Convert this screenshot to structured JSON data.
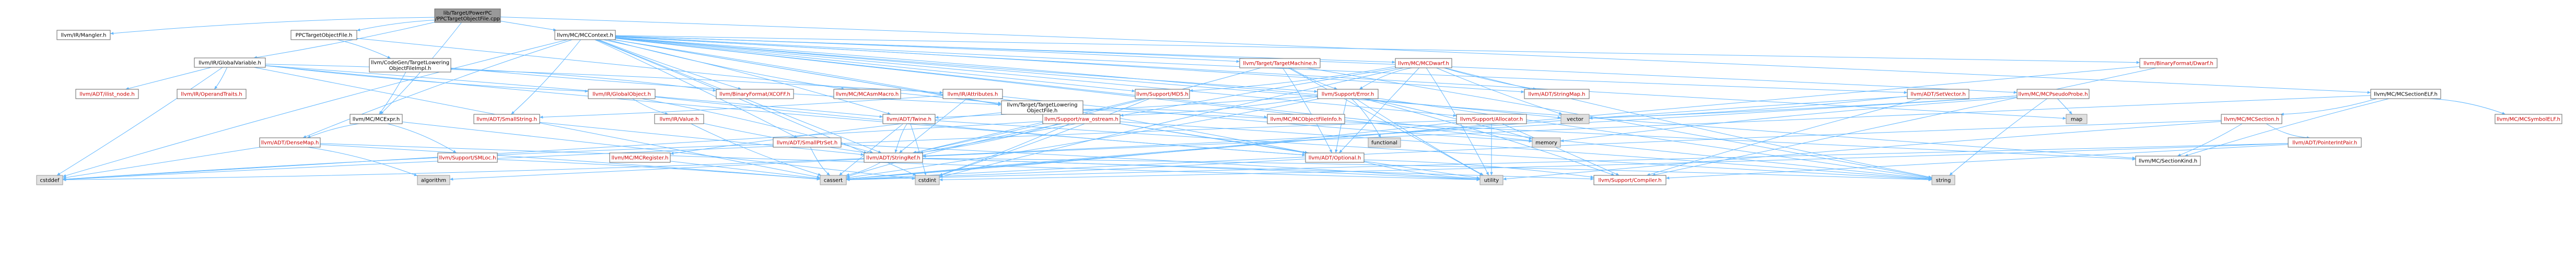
{
  "colors": {
    "edge": "#63b8ff",
    "focus_fill": "#999999",
    "focus_border": "#666666",
    "normal_border": "#666666",
    "red_text": "#cc0000",
    "normal_text": "#000000",
    "fill": "#ffffff",
    "arrowhead": "#63b8ff"
  },
  "diagram": {
    "nodes": [
      {
        "id": "root",
        "label": [
          "lib/Target/PowerPC",
          "/PPCTargetObjectFile.cpp"
        ],
        "style": "focus"
      },
      {
        "id": "irmangler",
        "label": [
          "llvm/IR/Mangler.h"
        ],
        "style": "normal"
      },
      {
        "id": "ppctof",
        "label": [
          "PPCTargetObjectFile.h"
        ],
        "style": "normal"
      },
      {
        "id": "mccontext",
        "label": [
          "llvm/MC/MCContext.h"
        ],
        "style": "normal"
      },
      {
        "id": "globalvar",
        "label": [
          "llvm/IR/GlobalVariable.h"
        ],
        "style": "normal"
      },
      {
        "id": "mcexpr",
        "label": [
          "llvm/MC/MCExpr.h"
        ],
        "style": "normal"
      },
      {
        "id": "cgtlof",
        "label": [
          "llvm/CodeGen/TargetLowering",
          "ObjectFileImpl.h"
        ],
        "style": "normal"
      },
      {
        "id": "targetmachine",
        "label": [
          "llvm/Target/TargetMachine.h"
        ],
        "style": "red"
      },
      {
        "id": "mcdwarf",
        "label": [
          "llvm/MC/MCDwarf.h"
        ],
        "style": "red"
      },
      {
        "id": "binfmtdwarf",
        "label": [
          "llvm/BinaryFormat/Dwarf.h"
        ],
        "style": "red"
      },
      {
        "id": "mcsectionelf",
        "label": [
          "llvm/MC/MCSectionELF.h"
        ],
        "style": "normal"
      },
      {
        "id": "ilistnode",
        "label": [
          "llvm/ADT/ilist_node.h"
        ],
        "style": "red"
      },
      {
        "id": "operandtraits",
        "label": [
          "llvm/IR/OperandTraits.h"
        ],
        "style": "red"
      },
      {
        "id": "globalobject",
        "label": [
          "llvm/IR/GlobalObject.h"
        ],
        "style": "red"
      },
      {
        "id": "xcoff",
        "label": [
          "llvm/BinaryFormat/XCOFF.h"
        ],
        "style": "red"
      },
      {
        "id": "mcasmmacro",
        "label": [
          "llvm/MC/MCAsmMacro.h"
        ],
        "style": "red"
      },
      {
        "id": "irattributes",
        "label": [
          "llvm/IR/Attributes.h"
        ],
        "style": "red"
      },
      {
        "id": "ttlof",
        "label": [
          "llvm/Target/TargetLowering",
          "ObjectFile.h"
        ],
        "style": "normal"
      },
      {
        "id": "md5",
        "label": [
          "llvm/Support/MD5.h"
        ],
        "style": "red"
      },
      {
        "id": "supporterror",
        "label": [
          "llvm/Support/Error.h"
        ],
        "style": "red"
      },
      {
        "id": "stringmap",
        "label": [
          "llvm/ADT/StringMap.h"
        ],
        "style": "red"
      },
      {
        "id": "setvector",
        "label": [
          "llvm/ADT/SetVector.h"
        ],
        "style": "red"
      },
      {
        "id": "mcpseudoprobe",
        "label": [
          "llvm/MC/MCPseudoProbe.h"
        ],
        "style": "red"
      },
      {
        "id": "symbolelf",
        "label": [
          "llvm/MC/MCSymbolELF.h"
        ],
        "style": "red"
      },
      {
        "id": "smallstring",
        "label": [
          "llvm/ADT/SmallString.h"
        ],
        "style": "red"
      },
      {
        "id": "irvalue",
        "label": [
          "llvm/IR/Value.h"
        ],
        "style": "red"
      },
      {
        "id": "mcobjfileinfo",
        "label": [
          "llvm/MC/MCObjectFileInfo.h"
        ],
        "style": "red"
      },
      {
        "id": "twine",
        "label": [
          "llvm/ADT/Twine.h"
        ],
        "style": "red"
      },
      {
        "id": "rawostream",
        "label": [
          "llvm/Support/raw_ostream.h"
        ],
        "style": "red"
      },
      {
        "id": "allocator",
        "label": [
          "llvm/Support/Allocator.h"
        ],
        "style": "red"
      },
      {
        "id": "vector",
        "label": [
          "vector"
        ],
        "style": "gray"
      },
      {
        "id": "map",
        "label": [
          "map"
        ],
        "style": "gray"
      },
      {
        "id": "functional",
        "label": [
          "functional"
        ],
        "style": "gray"
      },
      {
        "id": "memory",
        "label": [
          "memory"
        ],
        "style": "gray"
      },
      {
        "id": "mcsection",
        "label": [
          "llvm/MC/MCSection.h"
        ],
        "style": "red"
      },
      {
        "id": "ptrintpair",
        "label": [
          "llvm/ADT/PointerIntPair.h"
        ],
        "style": "red"
      },
      {
        "id": "densemap",
        "label": [
          "llvm/ADT/DenseMap.h"
        ],
        "style": "red"
      },
      {
        "id": "smloc",
        "label": [
          "llvm/Support/SMLoc.h"
        ],
        "style": "red"
      },
      {
        "id": "mcregister",
        "label": [
          "llvm/MC/MCRegister.h"
        ],
        "style": "red"
      },
      {
        "id": "smallptrset",
        "label": [
          "llvm/ADT/SmallPtrSet.h"
        ],
        "style": "red"
      },
      {
        "id": "stringref",
        "label": [
          "llvm/ADT/StringRef.h"
        ],
        "style": "red"
      },
      {
        "id": "cstddef",
        "label": [
          "cstddef"
        ],
        "style": "gray"
      },
      {
        "id": "optional",
        "label": [
          "llvm/ADT/Optional.h"
        ],
        "style": "red"
      },
      {
        "id": "sectionkind",
        "label": [
          "llvm/MC/SectionKind.h"
        ],
        "style": "normal"
      },
      {
        "id": "cstdint",
        "label": [
          "cstdint"
        ],
        "style": "gray"
      },
      {
        "id": "algorithm",
        "label": [
          "algorithm"
        ],
        "style": "gray"
      },
      {
        "id": "cassert",
        "label": [
          "cassert"
        ],
        "style": "gray"
      },
      {
        "id": "utility",
        "label": [
          "utility"
        ],
        "style": "gray"
      },
      {
        "id": "string",
        "label": [
          "string"
        ],
        "style": "gray"
      },
      {
        "id": "compiler",
        "label": [
          "llvm/Support/Compiler.h"
        ],
        "style": "red"
      }
    ],
    "edges": [
      [
        "root",
        "irmangler"
      ],
      [
        "root",
        "ppctof"
      ],
      [
        "root",
        "mccontext"
      ],
      [
        "root",
        "globalvar"
      ],
      [
        "root",
        "mcexpr"
      ],
      [
        "root",
        "mcsectionelf"
      ],
      [
        "ppctof",
        "cgtlof"
      ],
      [
        "ppctof",
        "ttlof"
      ],
      [
        "cgtlof",
        "mcexpr"
      ],
      [
        "cgtlof",
        "ttlof"
      ],
      [
        "cgtlof",
        "xcoff"
      ],
      [
        "mccontext",
        "targetmachine"
      ],
      [
        "mccontext",
        "mcdwarf"
      ],
      [
        "mccontext",
        "binfmtdwarf"
      ],
      [
        "mccontext",
        "setvector"
      ],
      [
        "mccontext",
        "mcpseudoprobe"
      ],
      [
        "mccontext",
        "stringmap"
      ],
      [
        "mccontext",
        "md5"
      ],
      [
        "mccontext",
        "supporterror"
      ],
      [
        "mccontext",
        "smallstring"
      ],
      [
        "mccontext",
        "twine"
      ],
      [
        "mccontext",
        "rawostream"
      ],
      [
        "mccontext",
        "allocator"
      ],
      [
        "mccontext",
        "xcoff"
      ],
      [
        "mccontext",
        "mcasmmacro"
      ],
      [
        "mccontext",
        "densemap"
      ],
      [
        "mccontext",
        "smallptrset"
      ],
      [
        "mccontext",
        "stringref"
      ],
      [
        "mccontext",
        "optional"
      ],
      [
        "mccontext",
        "sectionkind"
      ],
      [
        "mccontext",
        "vector"
      ],
      [
        "mccontext",
        "map"
      ],
      [
        "mccontext",
        "memory"
      ],
      [
        "mccontext",
        "string"
      ],
      [
        "mccontext",
        "utility"
      ],
      [
        "mccontext",
        "cstddef"
      ],
      [
        "mccontext",
        "cstdint"
      ],
      [
        "globalvar",
        "ilistnode"
      ],
      [
        "globalvar",
        "operandtraits"
      ],
      [
        "globalvar",
        "globalobject"
      ],
      [
        "globalvar",
        "irattributes"
      ],
      [
        "globalvar",
        "twine"
      ],
      [
        "globalvar",
        "cassert"
      ],
      [
        "globalvar",
        "cstddef"
      ],
      [
        "globalvar",
        "optional"
      ],
      [
        "mcexpr",
        "smloc"
      ],
      [
        "mcexpr",
        "densemap"
      ],
      [
        "mcexpr",
        "cstdint"
      ],
      [
        "globalobject",
        "irvalue"
      ],
      [
        "globalobject",
        "optional"
      ],
      [
        "globalobject",
        "stringref"
      ],
      [
        "irattributes",
        "optional"
      ],
      [
        "irattributes",
        "stringref"
      ],
      [
        "irattributes",
        "smallstring"
      ],
      [
        "irattributes",
        "memory"
      ],
      [
        "ttlof",
        "mcobjfileinfo"
      ],
      [
        "ttlof",
        "mcregister"
      ],
      [
        "ttlof",
        "sectionkind"
      ],
      [
        "targetmachine",
        "supporterror"
      ],
      [
        "targetmachine",
        "stringref"
      ],
      [
        "targetmachine",
        "optional"
      ],
      [
        "targetmachine",
        "string"
      ],
      [
        "targetmachine",
        "utility"
      ],
      [
        "mcdwarf",
        "stringmap"
      ],
      [
        "mcdwarf",
        "md5"
      ],
      [
        "mcdwarf",
        "supporterror"
      ],
      [
        "mcdwarf",
        "stringref"
      ],
      [
        "mcdwarf",
        "optional"
      ],
      [
        "mcdwarf",
        "vector"
      ],
      [
        "mcdwarf",
        "string"
      ],
      [
        "mcdwarf",
        "utility"
      ],
      [
        "mcdwarf",
        "cstdint"
      ],
      [
        "binfmtdwarf",
        "compiler"
      ],
      [
        "binfmtdwarf",
        "cassert"
      ],
      [
        "mcsectionelf",
        "mcsection"
      ],
      [
        "mcsectionelf",
        "symbolelf"
      ],
      [
        "mcsectionelf",
        "sectionkind"
      ],
      [
        "mcsectionelf",
        "stringref"
      ],
      [
        "supporterror",
        "twine"
      ],
      [
        "supporterror",
        "rawostream"
      ],
      [
        "supporterror",
        "functional"
      ],
      [
        "supporterror",
        "memory"
      ],
      [
        "supporterror",
        "string"
      ],
      [
        "supporterror",
        "utility"
      ],
      [
        "supporterror",
        "cassert"
      ],
      [
        "supporterror",
        "compiler"
      ],
      [
        "supporterror",
        "optional"
      ],
      [
        "md5",
        "stringref"
      ],
      [
        "md5",
        "cstdint"
      ],
      [
        "setvector",
        "vector"
      ],
      [
        "setvector",
        "cassert"
      ],
      [
        "setvector",
        "compiler"
      ],
      [
        "mcpseudoprobe",
        "map"
      ],
      [
        "mcpseudoprobe",
        "vector"
      ],
      [
        "mcpseudoprobe",
        "stringref"
      ],
      [
        "mcpseudoprobe",
        "memory"
      ],
      [
        "mcpseudoprobe",
        "string"
      ],
      [
        "smallstring",
        "stringref"
      ],
      [
        "irvalue",
        "stringref"
      ],
      [
        "irvalue",
        "cassert"
      ],
      [
        "twine",
        "stringref"
      ],
      [
        "twine",
        "cstdint"
      ],
      [
        "twine",
        "cassert"
      ],
      [
        "twine",
        "string"
      ],
      [
        "rawostream",
        "stringref"
      ],
      [
        "rawostream",
        "cassert"
      ],
      [
        "rawostream",
        "string"
      ],
      [
        "rawostream",
        "cstddef"
      ],
      [
        "rawostream",
        "cstdint"
      ],
      [
        "allocator",
        "cassert"
      ],
      [
        "allocator",
        "cstddef"
      ],
      [
        "allocator",
        "utility"
      ],
      [
        "allocator",
        "compiler"
      ],
      [
        "mcsection",
        "sectionkind"
      ],
      [
        "mcsection",
        "ptrintpair"
      ],
      [
        "mcsection",
        "cassert"
      ],
      [
        "mcsection",
        "utility"
      ],
      [
        "ptrintpair",
        "compiler"
      ],
      [
        "ptrintpair",
        "cassert"
      ],
      [
        "ptrintpair",
        "cstdint"
      ],
      [
        "densemap",
        "algorithm"
      ],
      [
        "densemap",
        "cassert"
      ],
      [
        "densemap",
        "cstddef"
      ],
      [
        "densemap",
        "utility"
      ],
      [
        "smallptrset",
        "cassert"
      ],
      [
        "smallptrset",
        "cstddef"
      ],
      [
        "smallptrset",
        "utility"
      ],
      [
        "stringref",
        "algorithm"
      ],
      [
        "stringref",
        "cassert"
      ],
      [
        "stringref",
        "cstddef"
      ],
      [
        "stringref",
        "string"
      ],
      [
        "stringref",
        "utility"
      ],
      [
        "stringref",
        "compiler"
      ],
      [
        "optional",
        "cassert"
      ],
      [
        "optional",
        "utility"
      ],
      [
        "optional",
        "compiler"
      ],
      [
        "smloc",
        "cassert"
      ],
      [
        "mcregister",
        "cassert"
      ]
    ]
  }
}
